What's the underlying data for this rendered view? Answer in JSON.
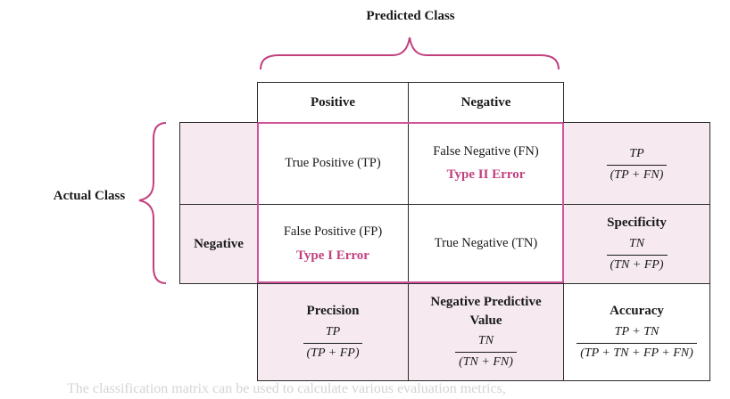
{
  "predicted_class": "Predicted Class",
  "actual_class": "Actual Class",
  "headers": {
    "positive": "Positive",
    "negative": "Negative"
  },
  "rows": {
    "negative": "Negative"
  },
  "cells": {
    "tp": "True Positive (TP)",
    "fn": "False Negative (FN)",
    "fn_error": "Type II Error",
    "fp": "False Positive (FP)",
    "fp_error": "Type I Error",
    "tn": "True Negative (TN)"
  },
  "metrics": {
    "sensitivity": {
      "num": "TP",
      "den": "(TP + FN)"
    },
    "specificity": {
      "title": "Specificity",
      "num": "TN",
      "den": "(TN + FP)"
    },
    "precision": {
      "title": "Precision",
      "num": "TP",
      "den": "(TP + FP)"
    },
    "npv": {
      "title_line1": "Negative Predictive",
      "title_line2": "Value",
      "num": "TN",
      "den": "(TN + FN)"
    },
    "accuracy": {
      "title": "Accuracy",
      "num": "TP + TN",
      "den": "(TP + TN + FP + FN)"
    }
  },
  "colors": {
    "accent": "#d1539b",
    "error_text": "#c2407f",
    "shade": "#f6eaf0",
    "border": "#2b2b2b"
  },
  "footer_text": "The classification matrix can be used to calculate various evaluation metrics,"
}
